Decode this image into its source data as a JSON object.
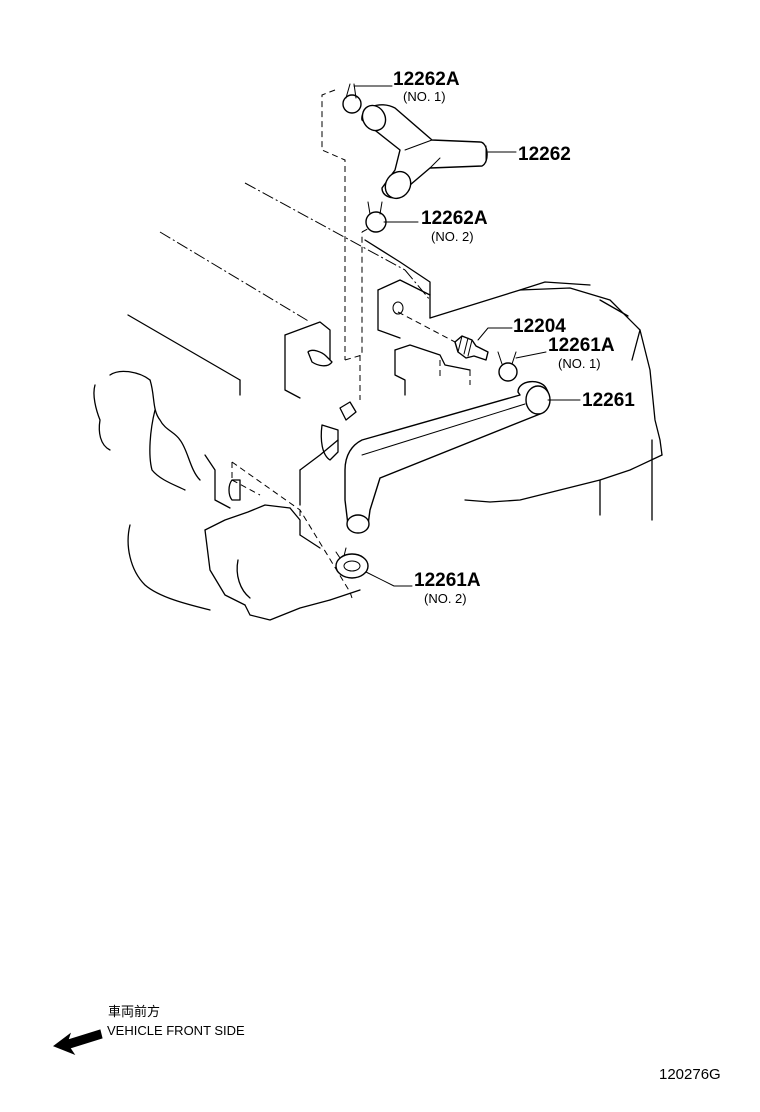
{
  "callouts": [
    {
      "id": "12262A_1",
      "part": "12262A",
      "sub": "(NO. 1)"
    },
    {
      "id": "12262",
      "part": "12262",
      "sub": ""
    },
    {
      "id": "12262A_2",
      "part": "12262A",
      "sub": "(NO. 2)"
    },
    {
      "id": "12204",
      "part": "12204",
      "sub": ""
    },
    {
      "id": "12261A_1",
      "part": "12261A",
      "sub": "(NO. 1)"
    },
    {
      "id": "12261",
      "part": "12261",
      "sub": ""
    },
    {
      "id": "12261A_2",
      "part": "12261A",
      "sub": "(NO. 2)"
    }
  ],
  "direction": {
    "japanese": "車両前方",
    "english": "VEHICLE FRONT SIDE"
  },
  "figure_number": "120276G"
}
